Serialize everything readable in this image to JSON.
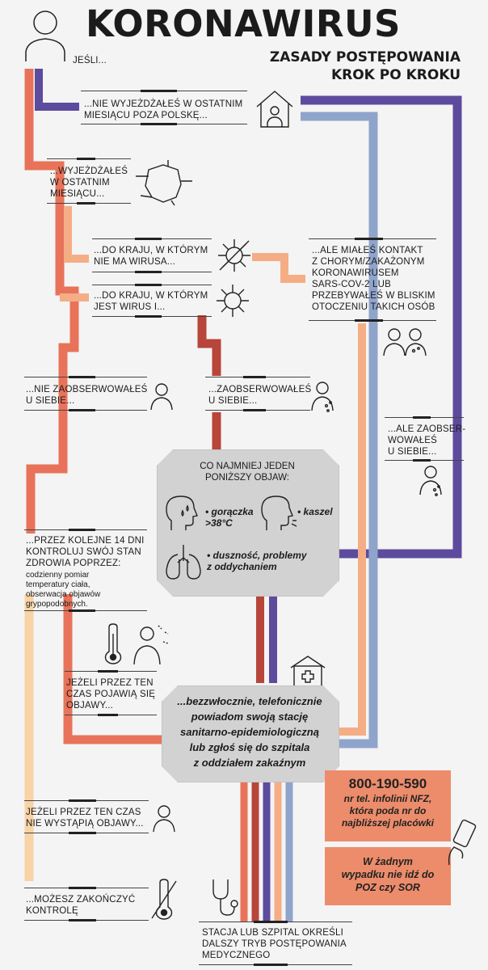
{
  "header": {
    "title": "KORONAWIRUS",
    "subtitle_lines": [
      "ZASADY POSTĘPOWANIA",
      "KROK PO KROKU"
    ]
  },
  "steps": {
    "jesli": "JEŚLI...",
    "nie_wyjezdzales": [
      "...NIE WYJEŻDŻAŁEŚ W OSTATNIM",
      "MIESIĄCU POZA POLSKĘ..."
    ],
    "wyjezdzales": [
      "...WYJEŻDŻAŁEŚ",
      "W OSTATNIM",
      "MIESIĄCU..."
    ],
    "kraj_bez_wirusa": [
      "...DO KRAJU, W KTÓRYM",
      "NIE MA WIRUSA..."
    ],
    "kraj_z_wirusem": [
      "...DO KRAJU, W KTÓRYM",
      "JEST WIRUS I..."
    ],
    "kontakt": [
      "...ALE MIAŁEŚ KONTAKT",
      "Z CHORYM/ZAKAŻONYM",
      "KORONAWIRUSEM",
      "SARS-COV-2 LUB",
      "PRZEBYWAŁEŚ W BLISKIM",
      "OTOCZENIU TAKICH OSÓB"
    ],
    "nie_zaobserwowales": [
      "...NIE ZAOBSERWOWAŁEŚ",
      "U SIEBIE..."
    ],
    "zaobserwowales": [
      "...ZAOBSERWOWAŁEŚ",
      "U SIEBIE..."
    ],
    "ale_zaobserwowales": [
      "...ALE ZAOBSER-",
      "WOWAŁEŚ",
      "U SIEBIE..."
    ],
    "kontroluj": [
      "...PRZEZ KOLEJNE 14 DNI",
      "KONTROLUJ SWÓJ STAN",
      "ZDROWIA POPRZEZ:"
    ],
    "kontroluj_details": [
      "codzienny pomiar",
      "temperatury ciała,",
      "obserwacja objawów",
      "grypopodobnych."
    ],
    "jezeli_pojawia": [
      "JEŻELI PRZEZ TEN",
      "CZAS POJAWIĄ SIĘ",
      "OBJAWY..."
    ],
    "jezeli_nie_wystapia": [
      "JEŻELI PRZEZ TEN CZAS",
      "NIE WYSTĄPIĄ OBJAWY..."
    ],
    "mozesz_zakonczyc": [
      "...MOŻESZ ZAKOŃCZYĆ",
      "KONTROLĘ"
    ],
    "stacja_okresli": [
      "STACJA LUB SZPITAL OKREŚLI",
      "DALSZY TRYB POSTĘPOWANIA",
      "MEDYCZNEGO"
    ]
  },
  "symptoms": {
    "heading": [
      "CO NAJMNIEJ JEDEN",
      "PONIŻSZY OBJAW:"
    ],
    "fever": [
      "• gorączka",
      ">38°C"
    ],
    "cough": "• kaszel",
    "dyspnea": [
      "• duszność, problemy",
      "z oddychaniem"
    ]
  },
  "action": [
    "...bezzwłocznie, telefonicznie",
    "powiadom swoją stację",
    "sanitarno-epidemiologiczną",
    "lub zgłoś się do szpitala",
    "z oddziałem zakaźnym"
  ],
  "hotline": {
    "number": "800-190-590",
    "text": [
      "nr tel. infolinii NFZ,",
      "która poda nr do",
      "najbliższej placówki"
    ]
  },
  "warning": [
    "W żadnym",
    "wypadku nie idź do",
    "POZ czy SOR"
  ],
  "colors": {
    "orange": "#e8735a",
    "light_orange": "#f5ad86",
    "dark_red": "#b8453a",
    "purple": "#5d4b9e",
    "light_blue": "#8fa4cb",
    "pale": "#f7d3a5",
    "salmon": "#ec8c6b",
    "gray_box": "#d2d2d2"
  },
  "icons": [
    "person-icon",
    "house-person-icon",
    "map-poland-icon",
    "virus-crossed-icon",
    "virus-icon",
    "contact-people-icon",
    "sick-person-icon",
    "head-fever-icon",
    "head-cough-icon",
    "lungs-icon",
    "thermometer-icon",
    "hospital-icon",
    "phone-hand-icon",
    "stethoscope-icon",
    "thermometer-crossed-icon"
  ]
}
